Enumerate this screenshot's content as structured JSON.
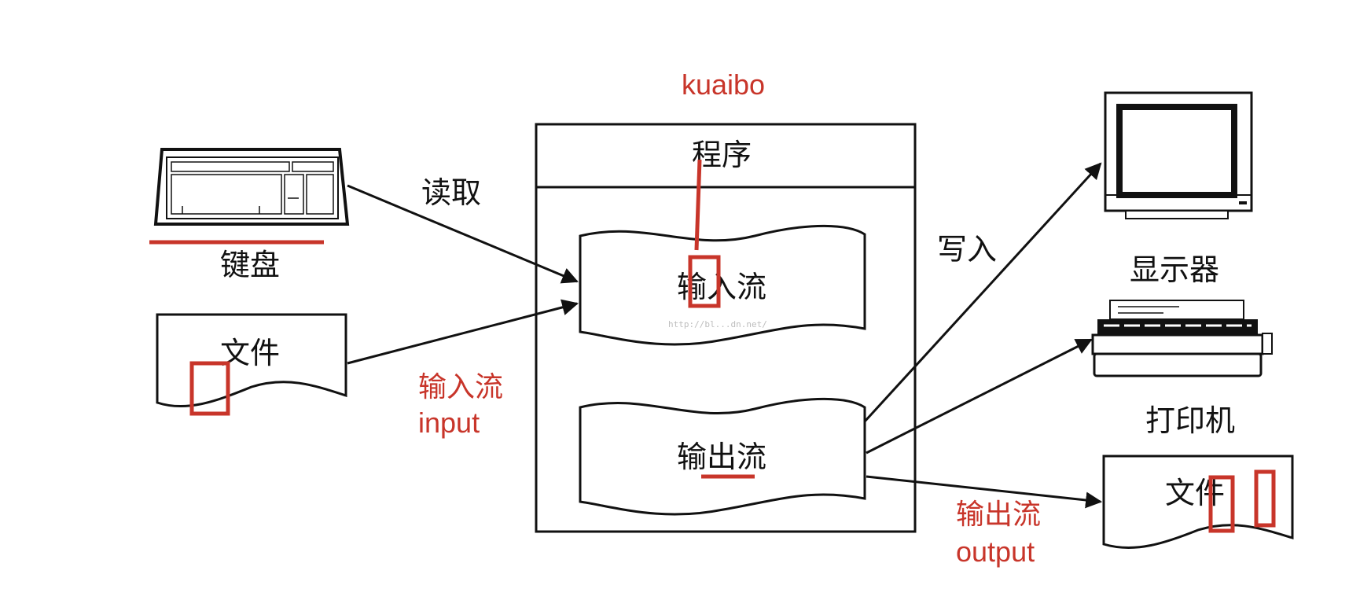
{
  "labels": {
    "keyboard": "键盘",
    "file_in": "文件",
    "read": "读取",
    "program": "程序",
    "input_stream": "输入流",
    "output_stream": "输出流",
    "write": "写入",
    "display": "显示器",
    "printer": "打印机",
    "file_out": "文件",
    "watermark": "http://bl...dn.net/"
  },
  "annotations": {
    "top": "kuaibo",
    "input_cn": "输入流",
    "input_en": "input",
    "output_cn": "输出流",
    "output_en": "output"
  },
  "colors": {
    "annotation": "#c8352a",
    "line": "#111111",
    "background": "#ffffff"
  }
}
